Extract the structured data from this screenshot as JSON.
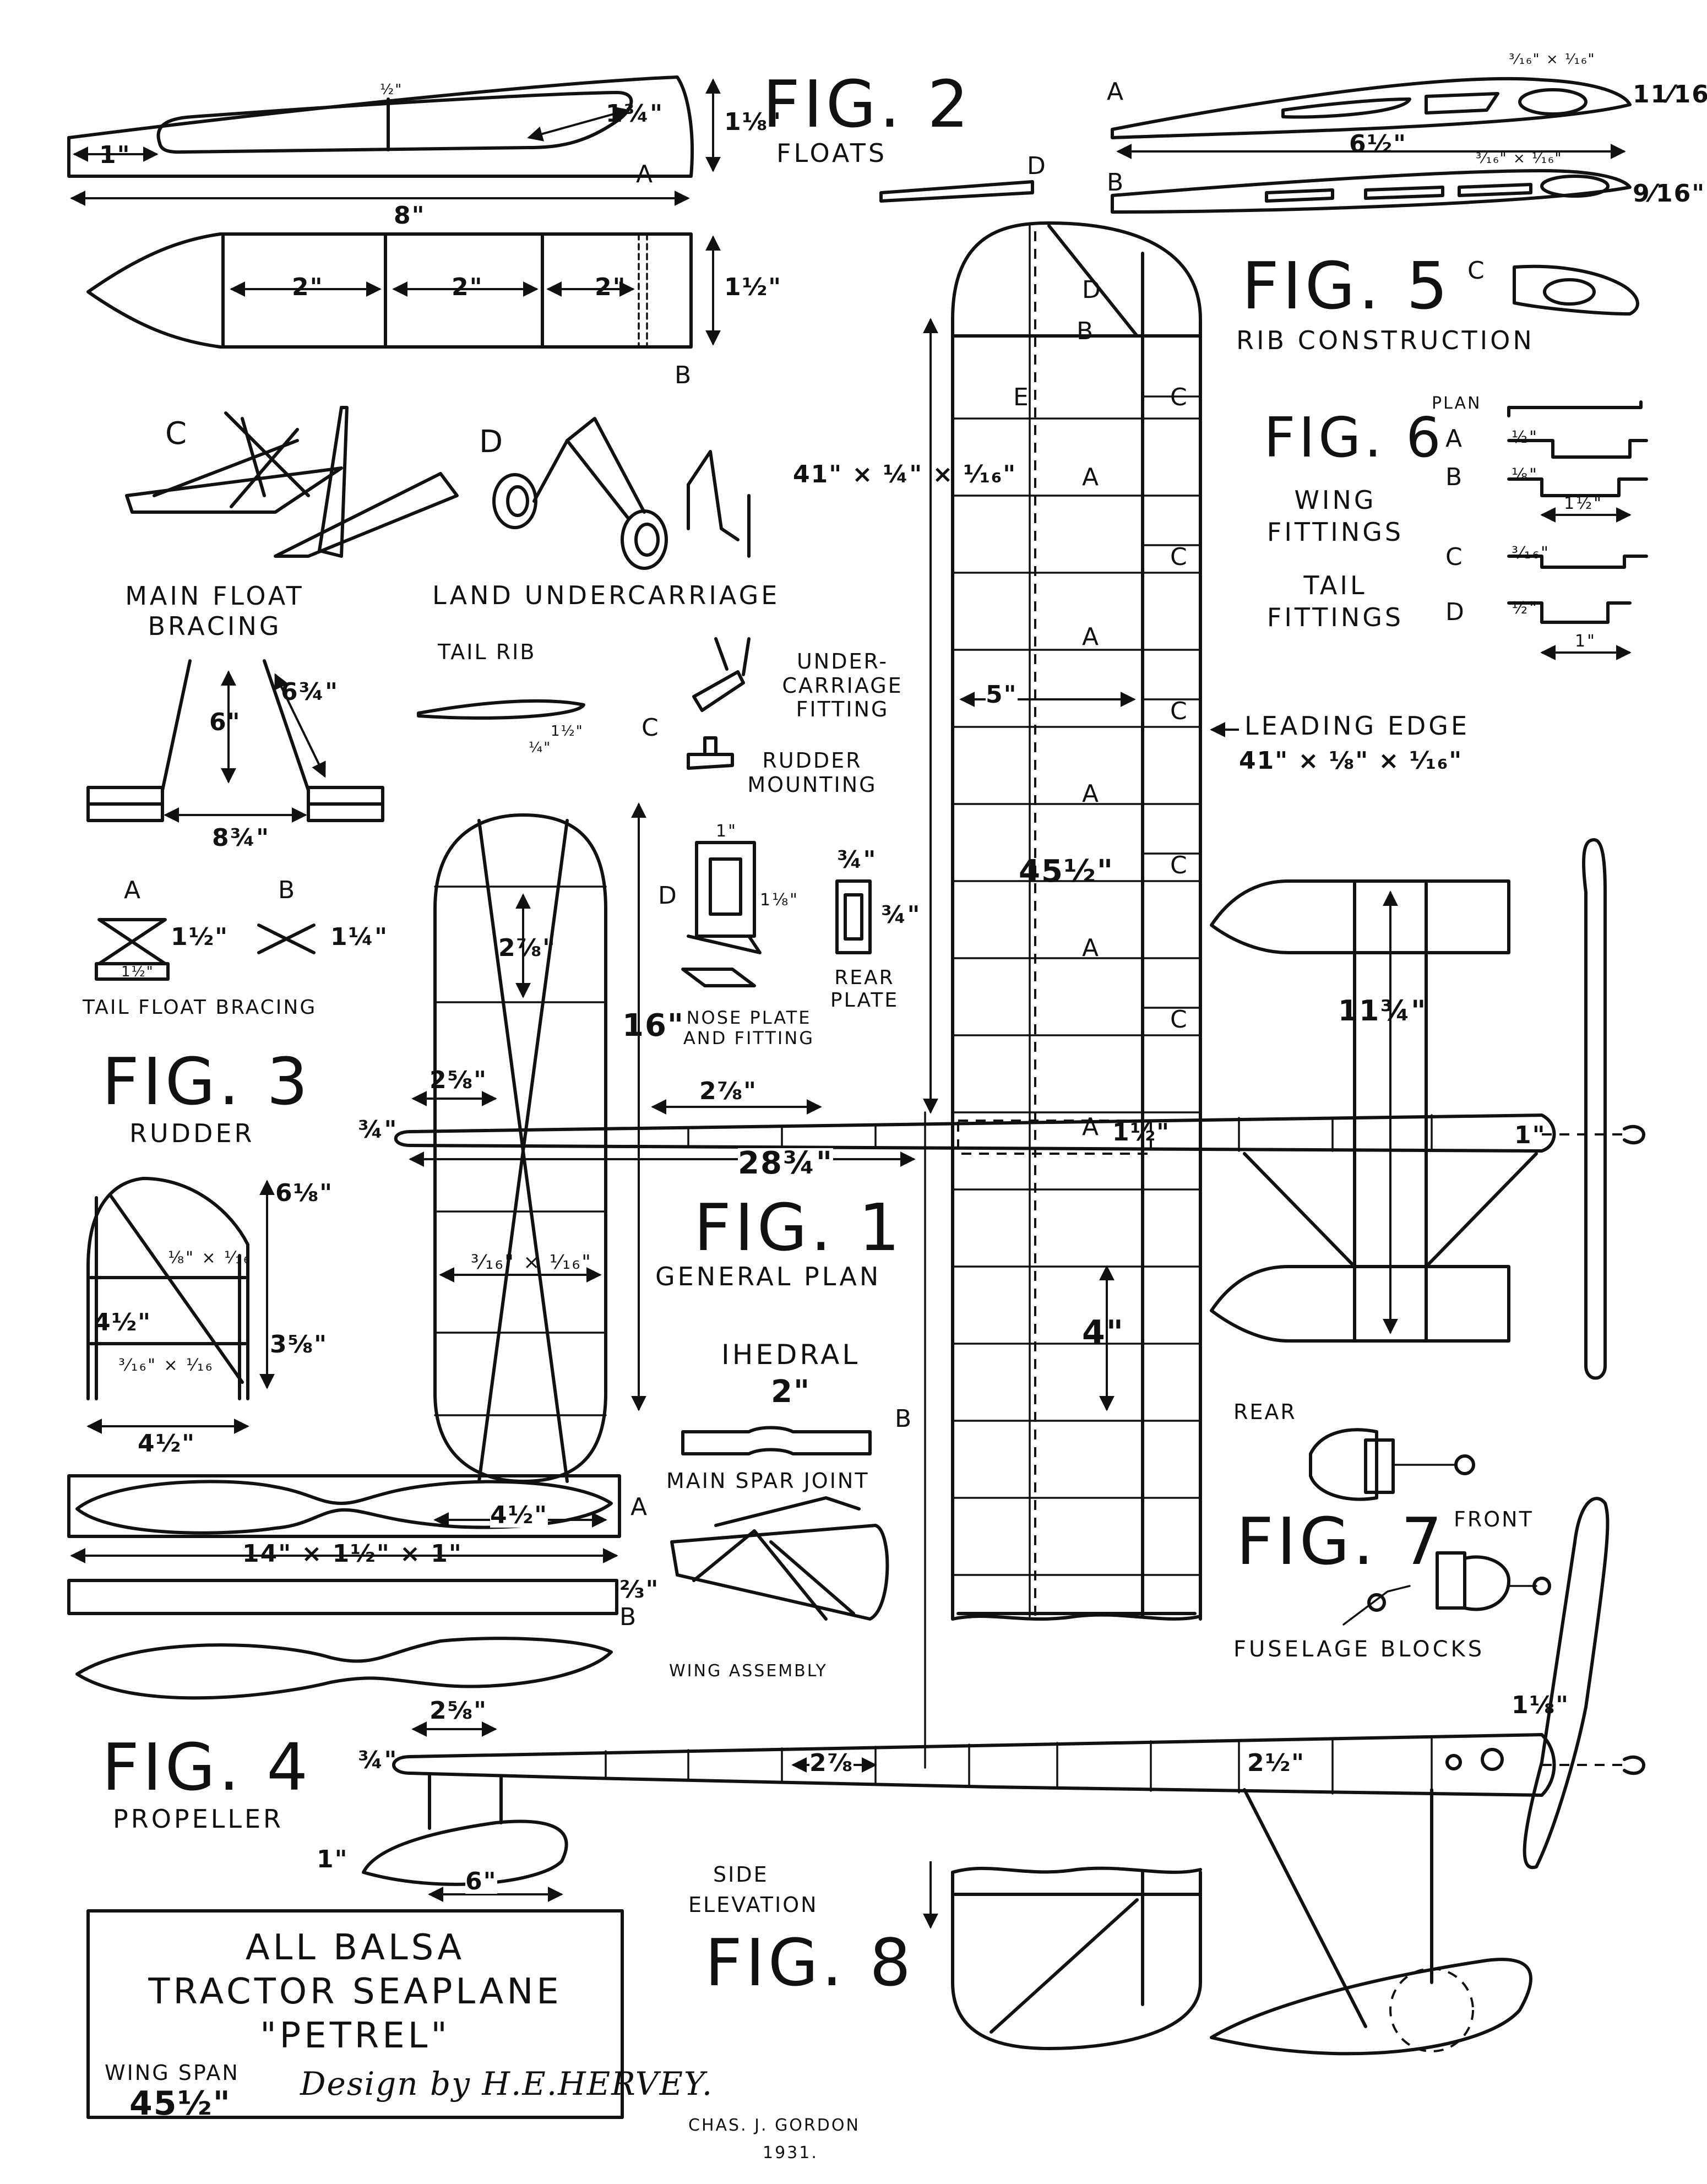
{
  "fig2": {
    "title": "FIG. 2",
    "subtitle": "FLOATS",
    "dim_length": "8\"",
    "dim_end": "1\"",
    "dim_nose": "1¾\"",
    "dim_height": "1⅛\"",
    "dim_top": "½\"",
    "label_a": "A",
    "dim_bay1": "2\"",
    "dim_bay2": "2\"",
    "dim_bay3": "2\"",
    "dim_width": "1½\"",
    "label_b": "B",
    "label_c": "C",
    "label_d": "D",
    "caption_bracing": "MAIN FLOAT BRACING",
    "caption_land": "LAND UNDERCARRIAGE",
    "dim_strut": "6\"",
    "dim_diag": "6¾\"",
    "dim_span": "8¾\"",
    "tail_a": "A",
    "tail_b": "B",
    "tail_a_h": "1½\"",
    "tail_b_h": "1¼\"",
    "tail_small": "1½\"",
    "tail_caption": "TAIL FLOAT BRACING"
  },
  "fig3": {
    "title": "FIG. 3",
    "subtitle": "RUDDER",
    "dim_height": "6⅛\"",
    "dim_spar": "⅛\" × ⅟₁₆",
    "dim_mid": "4½\"",
    "dim_side": "3⅝\"",
    "dim_rib": "³⁄₁₆\" × ⅟₁₆",
    "dim_width": "4½\""
  },
  "fig4": {
    "title": "FIG. 4",
    "subtitle": "PROPELLER",
    "dim": "14\" × 1½\" × 1\"",
    "label_a": "A",
    "label_b": "B",
    "dim_thick": "⅔\""
  },
  "fig5": {
    "title": "FIG. 5",
    "subtitle": "RIB CONSTRUCTION",
    "label_a": "A",
    "label_b": "B",
    "label_c": "C",
    "label_d": "D",
    "dim_chord": "6½\"",
    "dim_a_h": "11⁄16\"",
    "dim_b_h": "9⁄16\"",
    "dim_slot_a": "³⁄₁₆\" × ⅟₁₆\"",
    "dim_slot_b": "³⁄₁₆\" × ⅟₁₆\""
  },
  "fig6": {
    "title": "FIG. 6",
    "label_plan": "PLAN",
    "wing": "WING FITTINGS",
    "tail": "TAIL FITTINGS",
    "a": "A",
    "b": "B",
    "c": "C",
    "d": "D",
    "dim_a": "½\"",
    "dim_b": "⅛\"",
    "dim_b2": "1½\"",
    "dim_c": "³⁄₁₆\"",
    "dim_d": "½\"",
    "dim_d2": "1\""
  },
  "fig1": {
    "title": "FIG. 1",
    "subtitle": "GENERAL PLAN",
    "dim_spar": "41\" × ¼\" × ⅟₁₆\"",
    "dim_chord": "5\"",
    "dim_span": "45½\"",
    "dim_le": "41\" × ⅛\" × ⅟₁₆\"",
    "caption_le": "LEADING EDGE",
    "dim_len": "28¾\"",
    "dim_tail": "16\"",
    "dim_float": "11¾\"",
    "dim_gap": "4\"",
    "dim_nose": "1\"",
    "dim_body": "1½\"",
    "dim_tail_w": "¾\"",
    "dim_tail_l": "2⅝\"",
    "dim_tail_mid": "2⅞\"",
    "dim_tail_spar": "³⁄₁₆\" × ⅟₁₆\"",
    "dim_tail_span": "4½\"",
    "dim_fus": "2⅞\"",
    "rib_a": "A",
    "rib_b": "B",
    "rib_c": "C",
    "rib_d": "D",
    "rib_e": "E",
    "tail_rib": "TAIL RIB",
    "tail_rib_dim": "1½\"",
    "tail_rib_h": "¼\"",
    "uc_fitting": "UNDER-CARRIAGE FITTING",
    "rudder_mount": "RUDDER MOUNTING",
    "label_c": "C",
    "label_d": "D",
    "nose_dim": "1\"",
    "nose_h": "1⅛\"",
    "nose_caption": "NOSE PLATE AND FITTING",
    "rear_w": "¾\"",
    "rear_h": "¾\"",
    "rear_caption": "REAR PLATE",
    "dihedral": "IHEDRAL",
    "dihedral_val": "2\"",
    "spar_joint": "MAIN SPAR JOINT",
    "label_b": "B",
    "wing_assembly": "WING ASSEMBLY"
  },
  "fig7": {
    "title": "FIG. 7",
    "rear": "REAR",
    "front": "FRONT",
    "caption": "FUSELAGE BLOCKS"
  },
  "fig8": {
    "title": "FIG. 8",
    "subtitle1": "SIDE",
    "subtitle2": "ELEVATION",
    "dim_tail_l": "2⅝\"",
    "dim_tail_h": "¾\"",
    "dim_mid": "2⅞",
    "dim_body": "2½\"",
    "dim_nose": "1⅛\"",
    "dim_float": "6\"",
    "dim_float_h": "1\""
  },
  "titleblock": {
    "line1": "ALL BALSA",
    "line2": "TRACTOR SEAPLANE",
    "line3": "\"PETREL\"",
    "wingspan_label": "WING SPAN",
    "wingspan": "45½\"",
    "design": "Design by H.E.HERVEY."
  },
  "credit": {
    "name": "CHAS. J. GORDON",
    "year": "1931."
  }
}
